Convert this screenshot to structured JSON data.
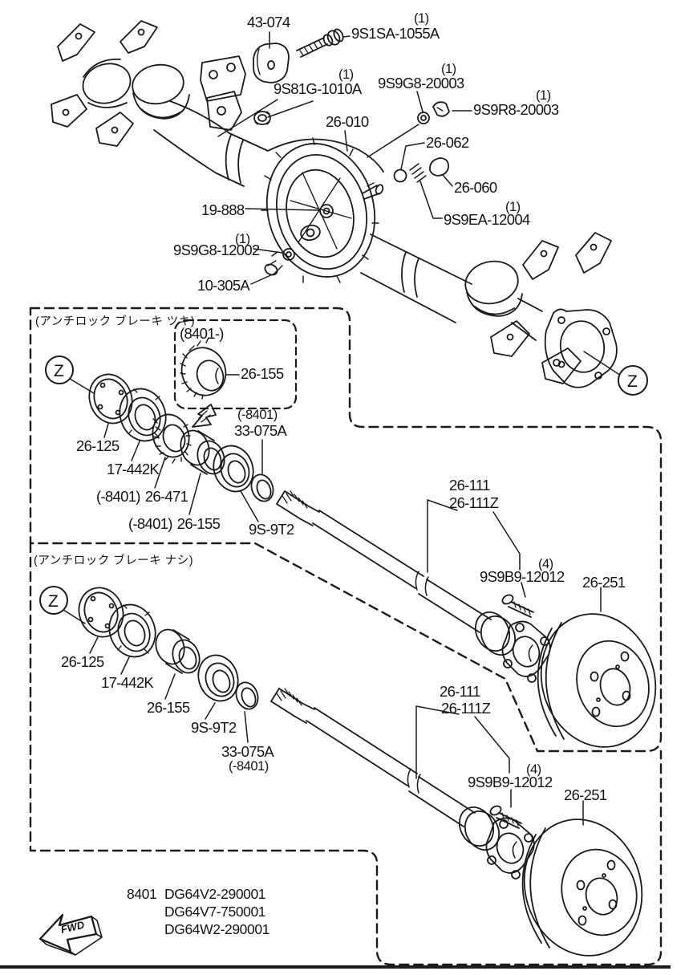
{
  "meta": {
    "description": "Rear axle housing, shaft and brake drum exploded parts diagram"
  },
  "colors": {
    "ink": "#1a1a1a",
    "background": "#ffffff"
  },
  "housing": {
    "zoom_marker": "Z",
    "labels": {
      "cushion": {
        "part": "43-074"
      },
      "bolt": {
        "qty": "(1)",
        "part": "9S1SA-1055A"
      },
      "nut": {
        "qty": "(1)",
        "part": "9S81G-1010A"
      },
      "breather_washer": {
        "qty": "(1)",
        "part": "9S9G8-20003"
      },
      "breather": {
        "qty": "(1)",
        "part": "9S9R8-20003"
      },
      "axle_casing": {
        "part": "26-010"
      },
      "ball": {
        "part": "26-062"
      },
      "screw": {
        "part": "26-060"
      },
      "spring": {
        "qty": "(1)",
        "part": "9S9EA-12004"
      },
      "plug_center": {
        "part": "19-888"
      },
      "drain_washer": {
        "qty": "(1)",
        "part": "9S9G8-12002"
      },
      "drain_plug": {
        "part": "10-305A"
      }
    }
  },
  "abs_section": {
    "heading": "(アンチロック ブレーキ ツキ)",
    "zoom_marker": "Z",
    "inset": {
      "range": "(8401-)",
      "part": "26-155"
    },
    "labels": {
      "bearing_retainer": {
        "part": "26-125"
      },
      "bearing": {
        "part": "17-442K"
      },
      "oring": {
        "range": "(-8401)",
        "part": "33-075A"
      },
      "sensor_rotor": {
        "range": "(-8401)",
        "part": "26-471"
      },
      "spacer": {
        "range": "(-8401)",
        "part": "26-155"
      },
      "seal": {
        "part": "9S-9T2"
      },
      "shaft": {
        "part": "26-111"
      },
      "shaft_alt": {
        "part": "26-111Z"
      },
      "stud": {
        "qty": "(4)",
        "part": "9S9B9-12012"
      },
      "drum": {
        "part": "26-251"
      }
    }
  },
  "no_abs_section": {
    "heading": "(アンチロック ブレーキ ナシ)",
    "zoom_marker": "Z",
    "labels": {
      "bearing_retainer": {
        "part": "26-125"
      },
      "bearing": {
        "part": "17-442K"
      },
      "spacer": {
        "part": "26-155"
      },
      "seal": {
        "part": "9S-9T2"
      },
      "oring": {
        "part": "33-075A",
        "range": "(-8401)"
      },
      "shaft": {
        "part": "26-111"
      },
      "shaft_alt": {
        "part": "26-111Z"
      },
      "stud": {
        "qty": "(4)",
        "part": "9S9B9-12012"
      },
      "drum": {
        "part": "26-251"
      }
    }
  },
  "footnote": {
    "code": "8401",
    "vins": [
      "DG64V2-290001",
      "DG64V7-750001",
      "DG64W2-290001"
    ]
  },
  "fwd_arrow": {
    "label": "FWD"
  }
}
